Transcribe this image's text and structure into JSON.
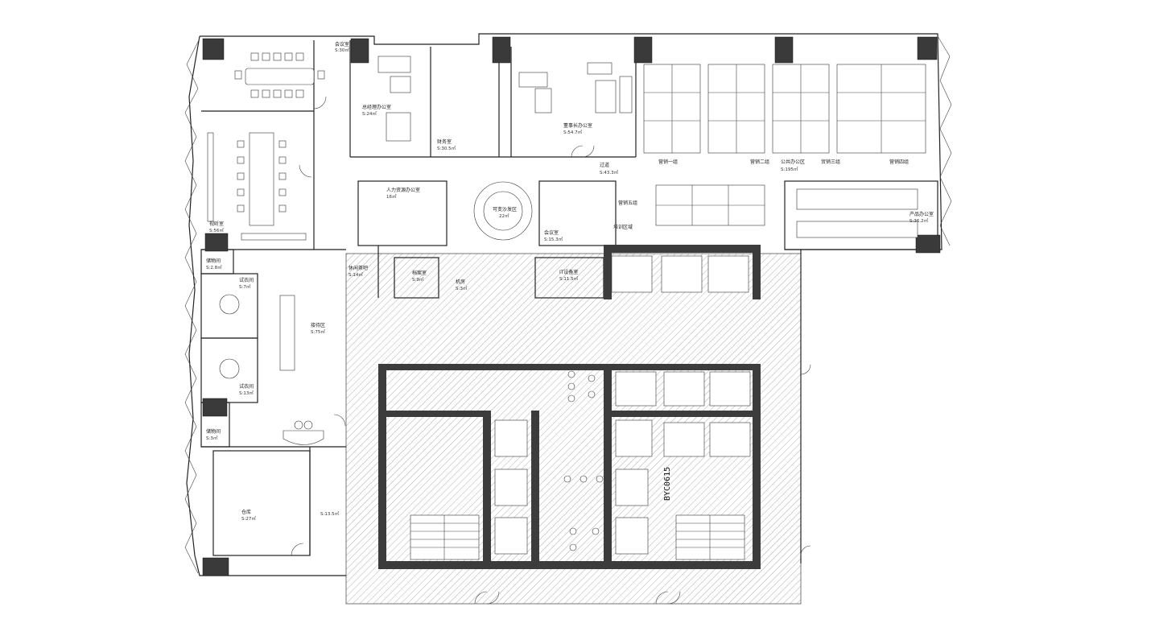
{
  "drawing": {
    "code": "BYC0615"
  },
  "rooms": [
    {
      "id": "meeting-top",
      "name": "会议室",
      "area": "S:30㎡"
    },
    {
      "id": "gm-office",
      "name": "总经理办公室",
      "area": "S:24㎡"
    },
    {
      "id": "finance",
      "name": "财务室",
      "area": "S:30.5㎡"
    },
    {
      "id": "chairman-office",
      "name": "董事长办公室",
      "area": "S:54.7㎡"
    },
    {
      "id": "sales-1",
      "name": "营销一组",
      "area": ""
    },
    {
      "id": "sales-2",
      "name": "营销二组",
      "area": ""
    },
    {
      "id": "open-office",
      "name": "公共办公区",
      "area": "S:195㎡"
    },
    {
      "id": "trade-3",
      "name": "贸销三组",
      "area": ""
    },
    {
      "id": "sales-4",
      "name": "营销四组",
      "area": ""
    },
    {
      "id": "corridor",
      "name": "过道",
      "area": "S:43.3㎡"
    },
    {
      "id": "video-room",
      "name": "视听室",
      "area": "S:56㎡"
    },
    {
      "id": "hr-office",
      "name": "人力资源办公室",
      "area": "16㎡"
    },
    {
      "id": "lounge",
      "name": "可变沙发区",
      "area": "22㎡"
    },
    {
      "id": "meeting-mid",
      "name": "会议室",
      "area": "S:15.3㎡"
    },
    {
      "id": "sales-5",
      "name": "营销五组",
      "area": ""
    },
    {
      "id": "training",
      "name": "培训区域",
      "area": ""
    },
    {
      "id": "product-office",
      "name": "产品办公室",
      "area": "S:36.2㎡"
    },
    {
      "id": "storage-1",
      "name": "储物间",
      "area": "S:2.8㎡"
    },
    {
      "id": "fitting-1",
      "name": "试衣间",
      "area": "S:7㎡"
    },
    {
      "id": "pantry",
      "name": "休闲茶吧",
      "area": "S:14㎡"
    },
    {
      "id": "archive",
      "name": "档案室",
      "area": "S:9㎡"
    },
    {
      "id": "pc-room",
      "name": "机房",
      "area": "S:3㎡"
    },
    {
      "id": "it-room",
      "name": "IT设备室",
      "area": "S:11.5㎡"
    },
    {
      "id": "reception",
      "name": "接待区",
      "area": "S:75㎡"
    },
    {
      "id": "fitting-2",
      "name": "试衣间",
      "area": "S:13㎡"
    },
    {
      "id": "storage-2",
      "name": "储物间",
      "area": "S:3㎡"
    },
    {
      "id": "warehouse",
      "name": "仓库",
      "area": "S:27㎡"
    },
    {
      "id": "front-desk",
      "name": "",
      "area": "S:13.5㎡"
    }
  ]
}
